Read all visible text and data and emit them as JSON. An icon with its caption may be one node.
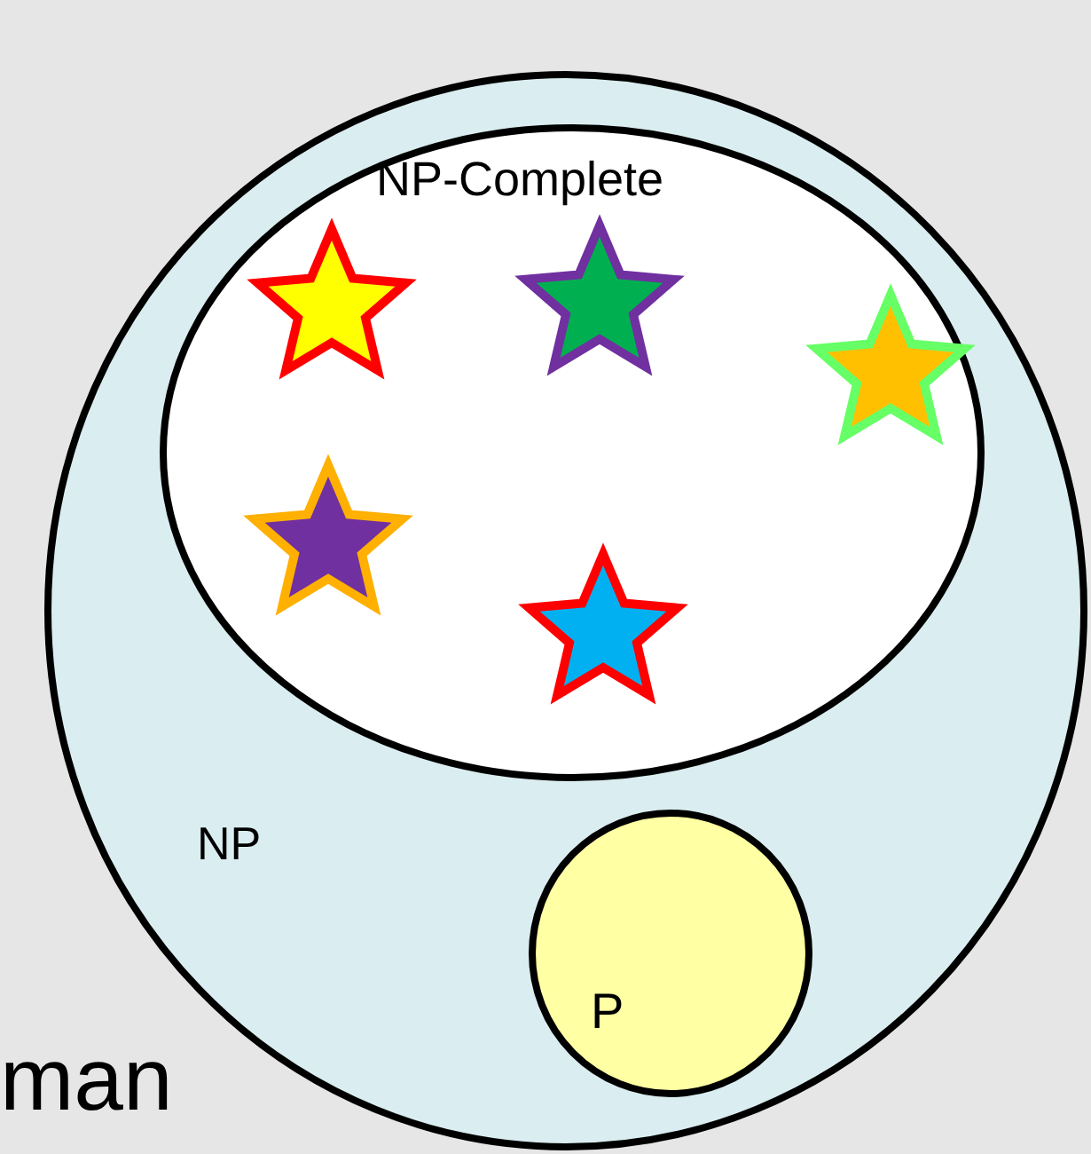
{
  "diagram": {
    "nodes": [
      {
        "text": [
          "NP"
        ]
      },
      {
        "text": [
          "NP-Complete"
        ],
        "in": 0
      },
      {
        "text": [
          "P"
        ],
        "in": 0
      }
    ],
    "labels": [
      "man"
    ]
  }
}
